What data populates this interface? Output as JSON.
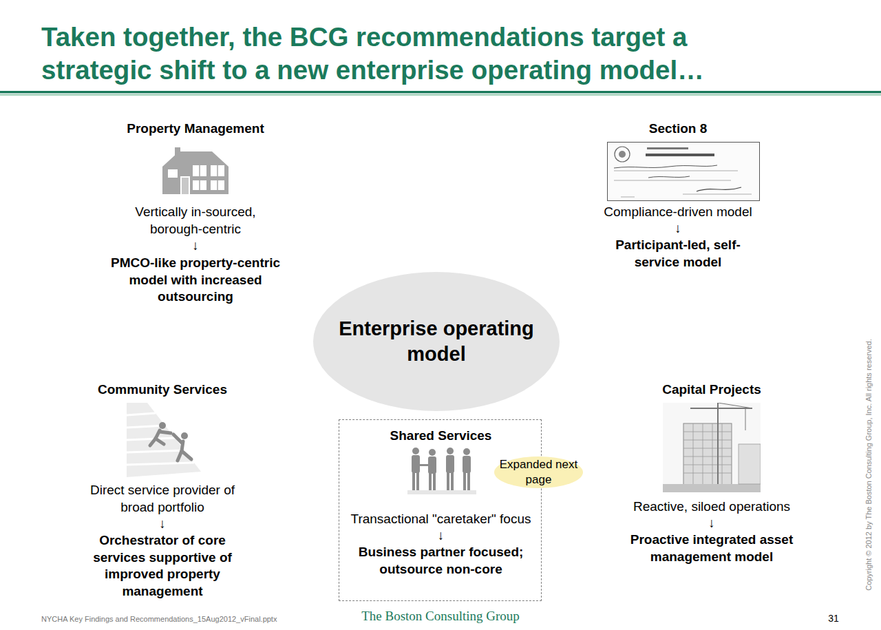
{
  "diagram": {
    "title": "Taken together, the BCG recommendations target a strategic shift to a new enterprise operating model…",
    "nodes": [
      {
        "text": [
          "Enterprise operating model"
        ]
      },
      {
        "text": [
          "Shared Services",
          "Transactional \"caretaker\" focus",
          "↓",
          "Business partner focused; outsource non-core"
        ]
      },
      {
        "text": [
          "Expanded next page"
        ]
      }
    ],
    "labels": [
      "Property Management",
      "Vertically in-sourced, borough-centric",
      "↓",
      "PMCO-like property-centric model with increased outsourcing",
      "Section 8",
      "Compliance-driven model",
      "↓",
      "Participant-led, self-service model",
      "Community Services",
      "Direct service provider of broad portfolio",
      "↓",
      "Orchestrator of core services supportive of improved property management",
      "Capital Projects",
      "Reactive, siloed operations",
      "↓",
      "Proactive integrated asset management model",
      "NYCHA Key Findings and Recommendations_15Aug2012_vFinal.pptx",
      "The Boston Consulting Group",
      "31",
      "Copyright © 2012 by The Boston Consulting Group, Inc. All rights reserved."
    ]
  }
}
